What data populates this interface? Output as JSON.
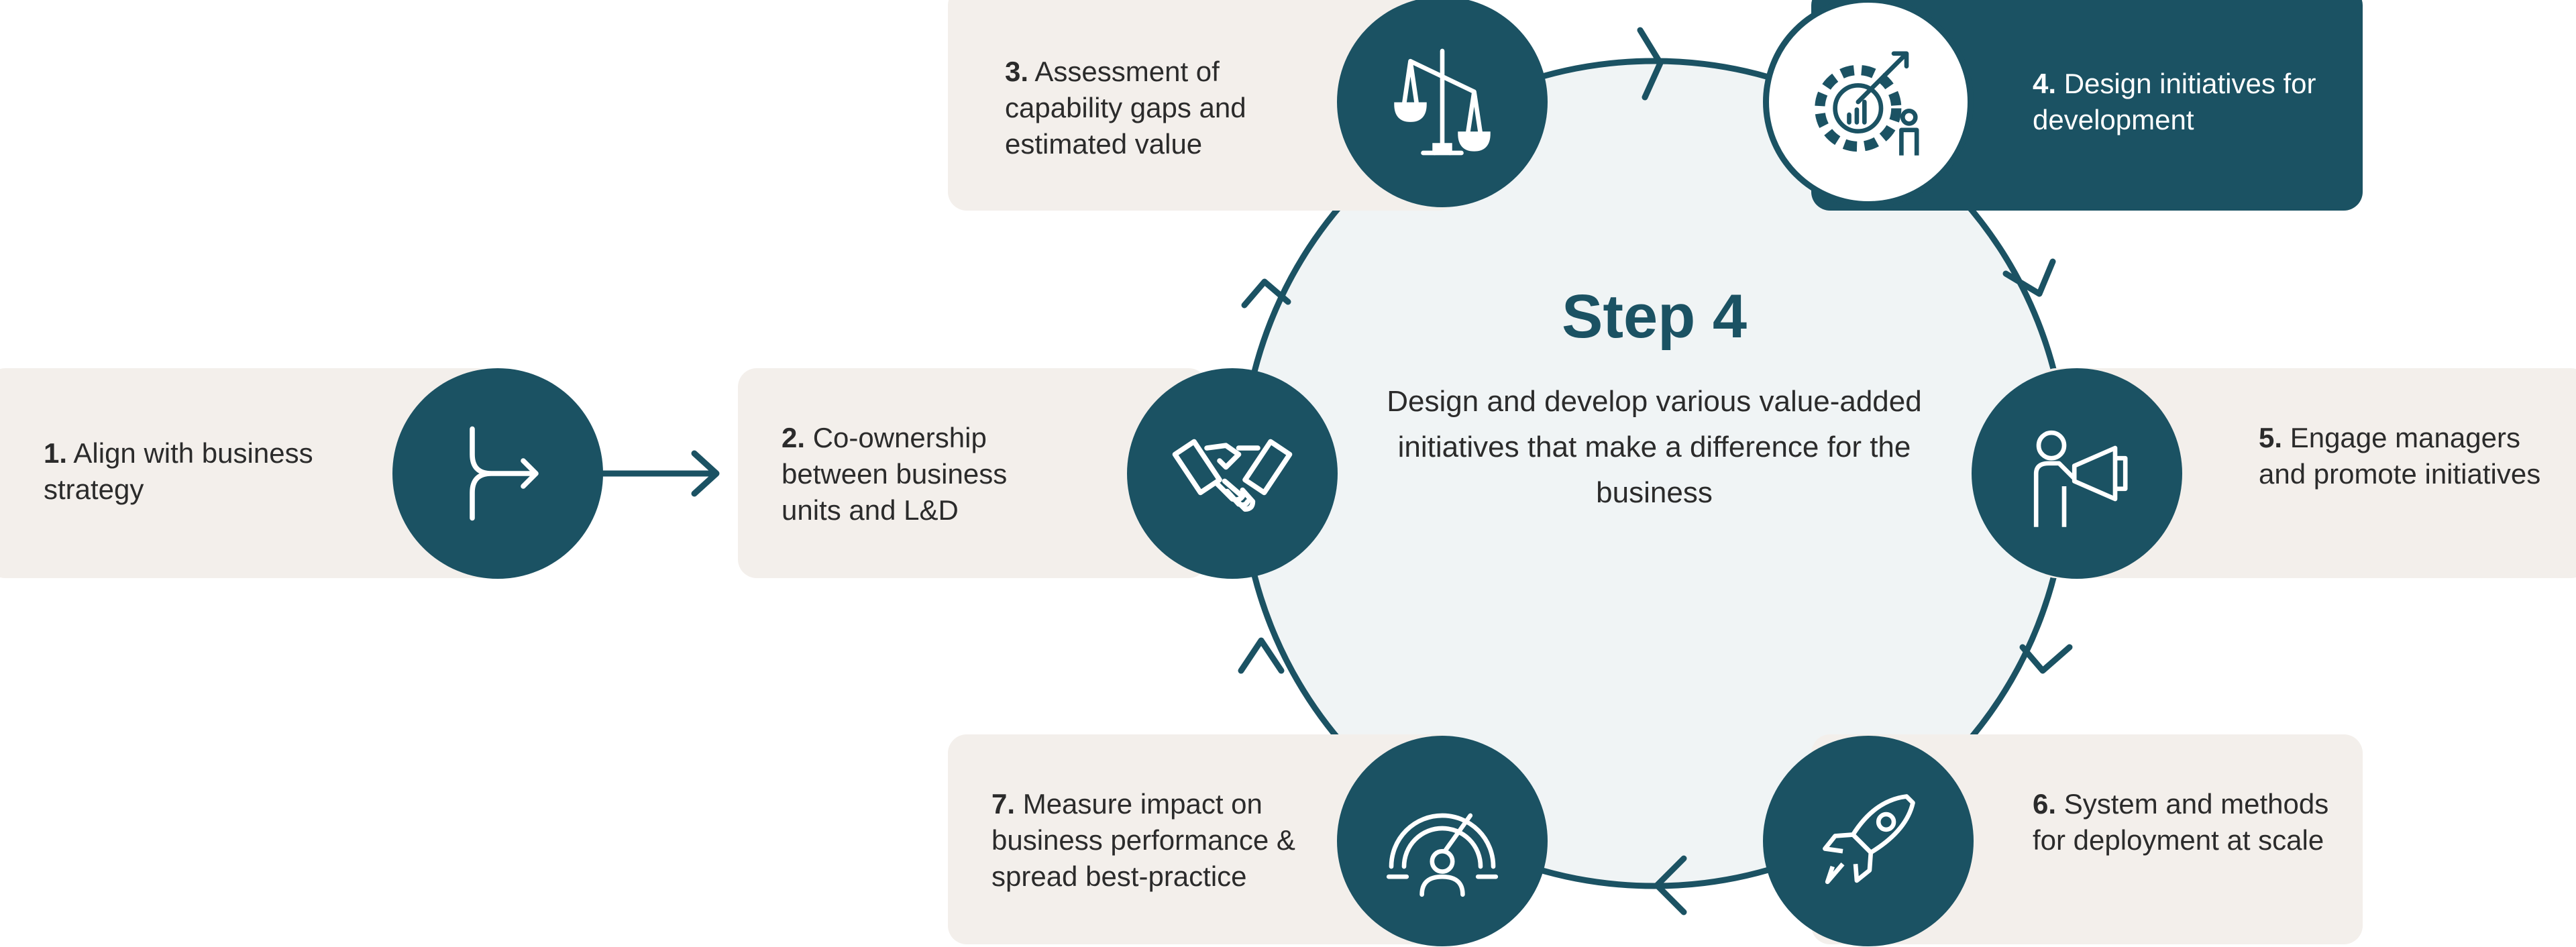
{
  "center": {
    "title": "Step 4",
    "description": "Design and develop various value-added initiatives that make a difference for the business"
  },
  "steps": [
    {
      "num": "1.",
      "label": "Align with business strategy",
      "icon": "merge-arrow-icon"
    },
    {
      "num": "2.",
      "label": "Co-ownership between business units and L&D",
      "icon": "handshake-icon"
    },
    {
      "num": "3.",
      "label": "Assessment of capability gaps and estimated value",
      "icon": "balance-scale-icon"
    },
    {
      "num": "4.",
      "label": "Design initiatives for development",
      "icon": "gear-growth-icon",
      "active": true
    },
    {
      "num": "5.",
      "label": "Engage managers and promote initiatives",
      "icon": "megaphone-person-icon"
    },
    {
      "num": "6.",
      "label": "System and methods for deployment at scale",
      "icon": "rocket-icon"
    },
    {
      "num": "7.",
      "label": "Measure impact on business performance & spread best-practice",
      "icon": "speedometer-person-icon"
    }
  ],
  "colors": {
    "primary": "#1b5263",
    "card": "#f3efeb",
    "cycle_fill": "#f0f4f5"
  }
}
